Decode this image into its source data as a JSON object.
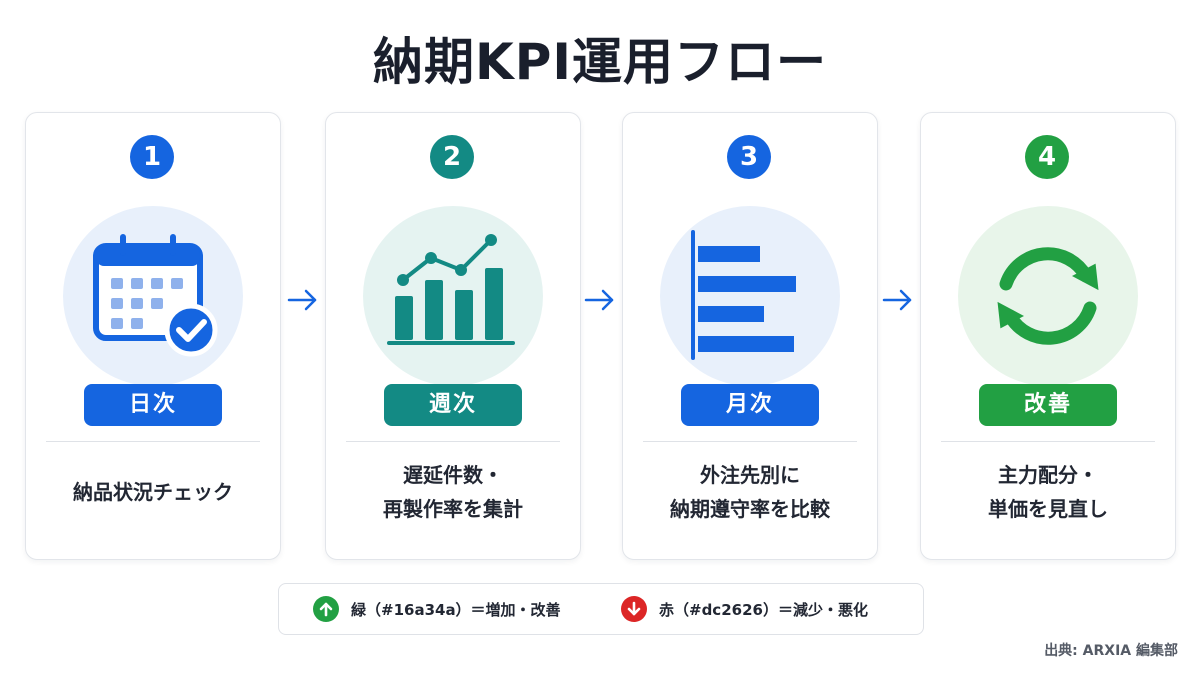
{
  "title": "納期KPI運用フロー",
  "colors": {
    "blue": "#1565e0",
    "teal": "#138a84",
    "green": "#22a043",
    "red": "#dc2626",
    "blue_bg": "#e8f0fb",
    "teal_bg": "#e5f3f1",
    "green_bg": "#e8f5ea"
  },
  "steps": [
    {
      "number": "1",
      "period": "日次",
      "desc_lines": [
        "納品状況チェック"
      ],
      "icon": "calendar-check-icon"
    },
    {
      "number": "2",
      "period": "週次",
      "desc_lines": [
        "遅延件数・",
        "再製作率を集計"
      ],
      "icon": "bar-line-chart-icon"
    },
    {
      "number": "3",
      "period": "月次",
      "desc_lines": [
        "外注先別に",
        "納期遵守率を比較"
      ],
      "icon": "horizontal-bar-chart-icon"
    },
    {
      "number": "4",
      "period": "改善",
      "desc_lines": [
        "主力配分・",
        "単価を見直し"
      ],
      "icon": "refresh-cycle-icon"
    }
  ],
  "legend": {
    "up": {
      "icon": "arrow-up-icon",
      "text": "緑（#16a34a）＝増加・改善"
    },
    "down": {
      "icon": "arrow-down-icon",
      "text": "赤（#dc2626）＝減少・悪化"
    }
  },
  "source": "出典: ARXIA 編集部"
}
